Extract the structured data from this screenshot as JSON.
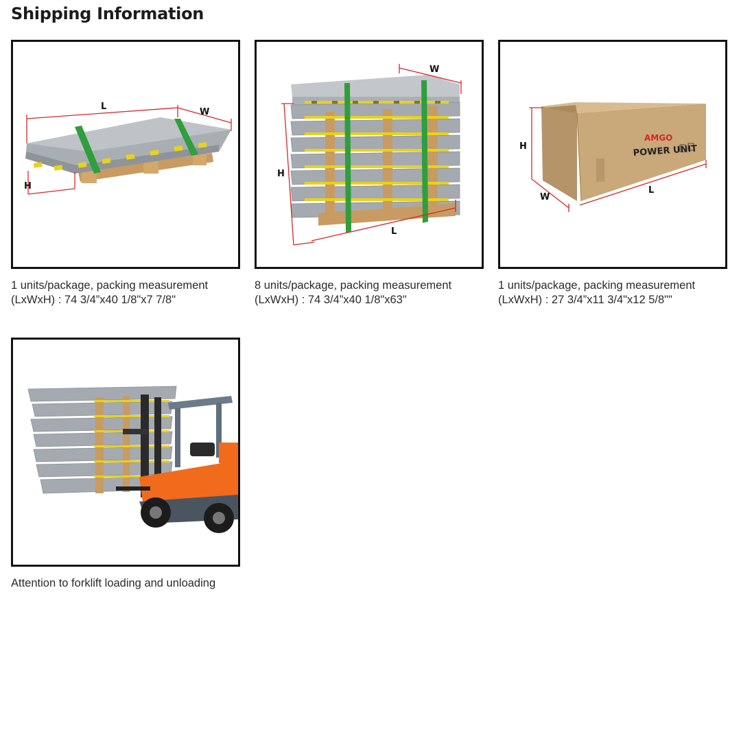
{
  "page": {
    "title": "Shipping Information"
  },
  "packages": [
    {
      "caption_line1": "1 units/package, packing measurement",
      "caption_line2": "(LxWxH) : 74 3/4”x40 1/8\"x7 7/8\"",
      "labels": {
        "l": "L",
        "w": "W",
        "h": "H"
      }
    },
    {
      "caption_line1": "8 units/package, packing measurement",
      "caption_line2": "(LxWxH) : 74 3/4”x40 1/8\"x63\"",
      "labels": {
        "l": "L",
        "w": "W",
        "h": "H"
      }
    },
    {
      "caption_line1": "1 units/package, packing measurement",
      "caption_line2": "(LxWxH) : 27 3/4”x11 3/4\"x12 5/8\"\"",
      "labels": {
        "l": "L",
        "w": "W",
        "h": "H"
      },
      "box_brand": "AMGO",
      "box_text": "POWER UNIT"
    },
    {
      "caption_line1": "Attention to forklift loading and unloading",
      "caption_line2": ""
    }
  ],
  "colors": {
    "dimension_line": "#d9252b",
    "frame_border": "#111111",
    "forklift_orange": "#f26b1d",
    "cardboard": "#c9a879",
    "stripe_yellow": "#e8d21a",
    "strap_green": "#2f9e3c",
    "wrap_gray": "#9ea3a8"
  }
}
